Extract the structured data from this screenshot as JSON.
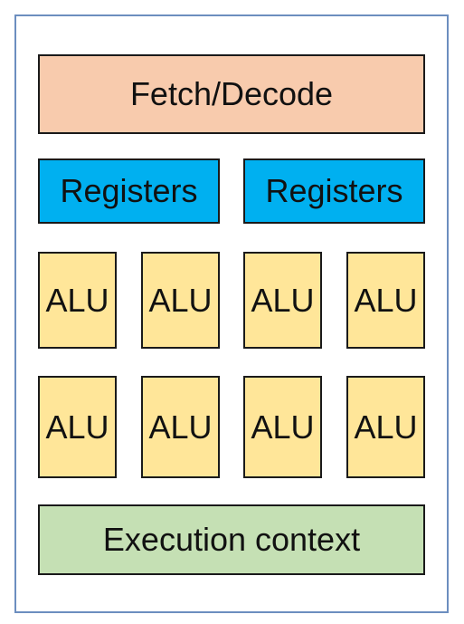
{
  "diagram": {
    "fetch_decode": "Fetch/Decode",
    "registers": [
      "Registers",
      "Registers"
    ],
    "alu_rows": [
      [
        "ALU",
        "ALU",
        "ALU",
        "ALU"
      ],
      [
        "ALU",
        "ALU",
        "ALU",
        "ALU"
      ]
    ],
    "execution_context": "Execution context"
  },
  "colors": {
    "frame_border": "#6c8ebf",
    "fetch_decode_fill": "#f8cbad",
    "registers_fill": "#00b0f0",
    "alu_fill": "#ffe699",
    "execution_context_fill": "#c5e0b4",
    "block_border": "#1a1a1a"
  }
}
